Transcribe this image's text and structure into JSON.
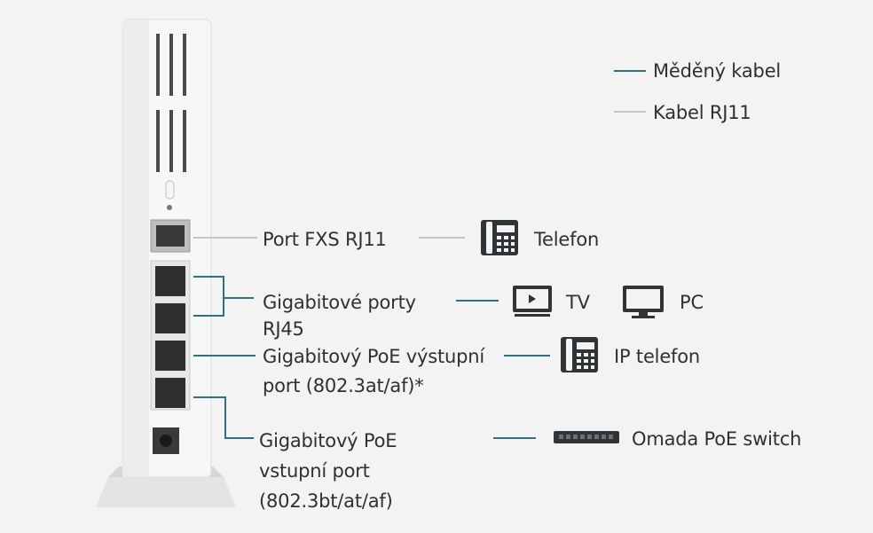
{
  "legend": {
    "copper_label": "Měděný kabel",
    "rj11_label": "Kabel RJ11",
    "copper_color": "#2e6f80",
    "rj11_color": "#c4c4c4"
  },
  "ports": {
    "fxs": "Port FXS RJ11",
    "gig_line1": "Gigabitové porty",
    "gig_line2": "RJ45",
    "poe_out_line1": "Gigabitový PoE výstupní",
    "poe_out_line2": "port (802.3at/af)*",
    "poe_in_line1": "Gigabitový PoE",
    "poe_in_line2": "vstupní port",
    "poe_in_line3": "(802.3bt/at/af)"
  },
  "devices": {
    "telefon": "Telefon",
    "tv": "TV",
    "pc": "PC",
    "ip_telefon": "IP telefon",
    "switch": "Omada PoE switch"
  },
  "icons": {
    "phone": "phone-icon",
    "tv": "tv-icon",
    "pc": "monitor-icon",
    "ip_phone": "ip-phone-icon",
    "switch": "switch-icon"
  }
}
